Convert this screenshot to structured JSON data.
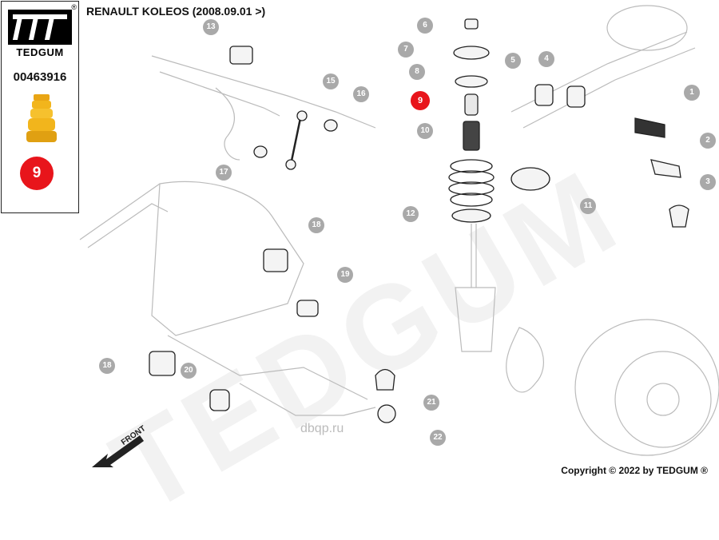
{
  "brand": {
    "name": "TEDGUM",
    "reg": "®"
  },
  "part_number": "00463916",
  "selected_item": "9",
  "title": "RENAULT KOLEOS  (2008.09.01 >)",
  "copyright": "Copyright © 2022 by TEDGUM ®",
  "front_label": "FRONT",
  "watermark": "TEDGUM",
  "watermark_site": "dbqp.ru",
  "colors": {
    "accent_red": "#e8151b",
    "callout_gray": "#a9a9a9",
    "part_yellow": "#f2b51c"
  },
  "callouts": [
    "1",
    "2",
    "3",
    "4",
    "5",
    "6",
    "7",
    "8",
    "9",
    "10",
    "11",
    "12",
    "13",
    "15",
    "16",
    "17",
    "18",
    "18",
    "19",
    "20",
    "21",
    "22"
  ]
}
